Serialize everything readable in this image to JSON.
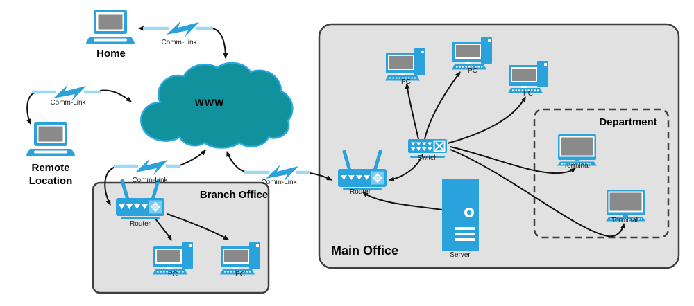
{
  "diagram": {
    "type": "network-topology",
    "internet": {
      "label": "WWW"
    },
    "endpoints": {
      "home": {
        "label": "Home"
      },
      "remote": {
        "label": "Remote Location"
      }
    },
    "comm_links": [
      {
        "id": "www-home",
        "label": "Comm-Link"
      },
      {
        "id": "www-remote",
        "label": "Comm-Link"
      },
      {
        "id": "www-branch",
        "label": "Comm-Link"
      },
      {
        "id": "www-main",
        "label": "Comm-Link"
      }
    ],
    "branch_office": {
      "title": "Branch Office",
      "router": {
        "label": "Router"
      },
      "pcs": [
        {
          "label": "PC"
        },
        {
          "label": "PC"
        }
      ]
    },
    "main_office": {
      "title": "Main Office",
      "router": {
        "label": "Router"
      },
      "switch": {
        "label": "Switch"
      },
      "server": {
        "label": "Server"
      },
      "pcs": [
        {
          "label": "PC"
        },
        {
          "label": "PC"
        },
        {
          "label": "PC"
        }
      ],
      "department": {
        "title": "Department",
        "terminals": [
          {
            "label": "Terminal"
          },
          {
            "label": "Terminal"
          }
        ]
      }
    },
    "colors": {
      "device_blue": "#2AA2DB",
      "link_light_blue": "#9BD9F7",
      "cloud_teal": "#11919C",
      "container_fill": "#E1E1E1",
      "container_border": "#3F3F3F",
      "screen_gray": "#8A8A8A",
      "connector_black": "#111111"
    }
  }
}
